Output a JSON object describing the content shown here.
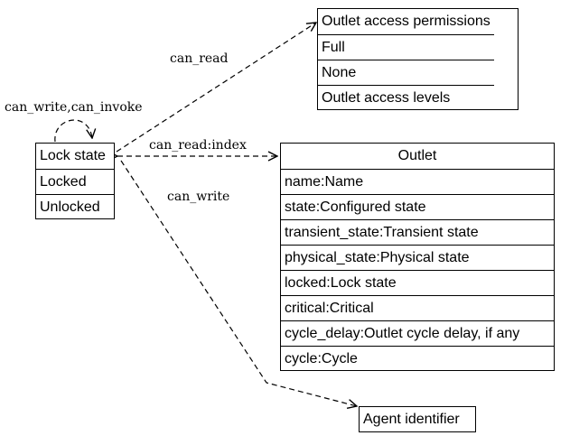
{
  "entities": {
    "lock_state": {
      "rows": [
        "Lock state",
        "Locked",
        "Unlocked"
      ]
    },
    "outlet_access": {
      "rows": [
        "Outlet access permissions",
        "Full",
        "None",
        "Outlet access levels"
      ]
    },
    "outlet": {
      "rows": [
        "Outlet",
        "name:Name",
        "state:Configured state",
        "transient_state:Transient state",
        "physical_state:Physical state",
        "locked:Lock state",
        "critical:Critical",
        "cycle_delay:Outlet cycle delay, if any",
        "cycle:Cycle"
      ]
    },
    "agent": {
      "rows": [
        "Agent identifier"
      ]
    }
  },
  "edges": [
    {
      "id": "self-loop",
      "label": "can_write,can_invoke"
    },
    {
      "id": "to-outlet-access",
      "label": "can_read"
    },
    {
      "id": "to-outlet",
      "label": "can_read:index"
    },
    {
      "id": "to-agent",
      "label": "can_write"
    }
  ]
}
